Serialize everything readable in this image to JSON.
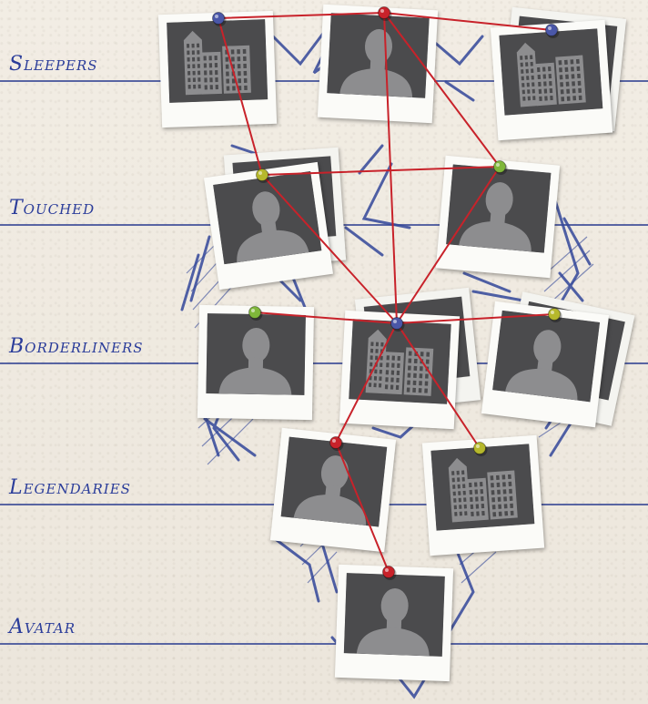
{
  "tiers": [
    {
      "label": "Sleepers"
    },
    {
      "label": "Touched"
    },
    {
      "label": "Borderliners"
    },
    {
      "label": "Legendaries"
    },
    {
      "label": "Avatar"
    }
  ],
  "colors": {
    "tier_line": "#3e4d98",
    "tier_label": "#2b3d9a",
    "string": "#c8222a",
    "sketch": "#33479a",
    "pin_blue": "#4a57a8",
    "pin_red": "#c8222a",
    "pin_yellow": "#b6b82c",
    "pin_green": "#7fb73a"
  },
  "nodes": [
    {
      "id": "s1",
      "tier": "Sleepers",
      "photo": "building-icon",
      "pin": "pin_blue"
    },
    {
      "id": "s2",
      "tier": "Sleepers",
      "photo": "person-silhouette-icon",
      "pin": "pin_red"
    },
    {
      "id": "s3",
      "tier": "Sleepers",
      "photo": "building-icon",
      "pin": "pin_blue"
    },
    {
      "id": "t1",
      "tier": "Touched",
      "photo": "person-silhouette-icon",
      "pin": "pin_yellow"
    },
    {
      "id": "t2",
      "tier": "Touched",
      "photo": "person-silhouette-icon",
      "pin": "pin_green"
    },
    {
      "id": "b1",
      "tier": "Borderliners",
      "photo": "person-silhouette-icon",
      "pin": "pin_green"
    },
    {
      "id": "b2",
      "tier": "Borderliners",
      "photo": "building-icon",
      "pin": "pin_blue"
    },
    {
      "id": "b3",
      "tier": "Borderliners",
      "photo": "person-silhouette-icon",
      "pin": "pin_yellow"
    },
    {
      "id": "l1",
      "tier": "Legendaries",
      "photo": "person-silhouette-icon",
      "pin": "pin_red"
    },
    {
      "id": "l2",
      "tier": "Legendaries",
      "photo": "building-icon",
      "pin": "pin_yellow"
    },
    {
      "id": "a1",
      "tier": "Avatar",
      "photo": "person-silhouette-icon",
      "pin": "pin_red"
    }
  ],
  "edges": [
    [
      "s1",
      "s2"
    ],
    [
      "s2",
      "s3"
    ],
    [
      "s1",
      "t1"
    ],
    [
      "s2",
      "t2"
    ],
    [
      "s2",
      "b2"
    ],
    [
      "t1",
      "t2"
    ],
    [
      "t1",
      "b2"
    ],
    [
      "t2",
      "b2"
    ],
    [
      "b1",
      "b2"
    ],
    [
      "b2",
      "b3"
    ],
    [
      "b2",
      "l1"
    ],
    [
      "b2",
      "l2"
    ],
    [
      "l1",
      "a1"
    ]
  ]
}
